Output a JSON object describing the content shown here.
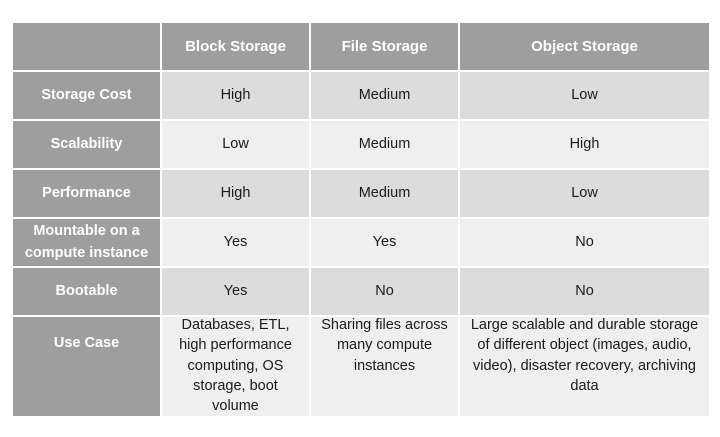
{
  "table": {
    "columns": [
      "",
      "Block Storage",
      "File Storage",
      "Object Storage"
    ],
    "rows": [
      {
        "label": "Storage Cost",
        "block": "High",
        "file": "Medium",
        "object": "Low"
      },
      {
        "label": "Scalability",
        "block": "Low",
        "file": "Medium",
        "object": "High"
      },
      {
        "label": "Performance",
        "block": "High",
        "file": "Medium",
        "object": "Low"
      },
      {
        "label": "Mountable on a compute instance",
        "block": "Yes",
        "file": "Yes",
        "object": "No"
      },
      {
        "label": "Bootable",
        "block": "Yes",
        "file": "No",
        "object": "No"
      },
      {
        "label": "Use Case",
        "block": "Databases, ETL, high performance computing, OS storage, boot volume",
        "file": "Sharing files across many compute instances",
        "object": "Large scalable and durable storage of different object (images, audio, video), disaster recovery, archiving data"
      }
    ]
  },
  "colors": {
    "header_bg": "#9e9e9e",
    "header_text": "#ffffff",
    "row_odd": "#dcdcdc",
    "row_even": "#efefef"
  }
}
